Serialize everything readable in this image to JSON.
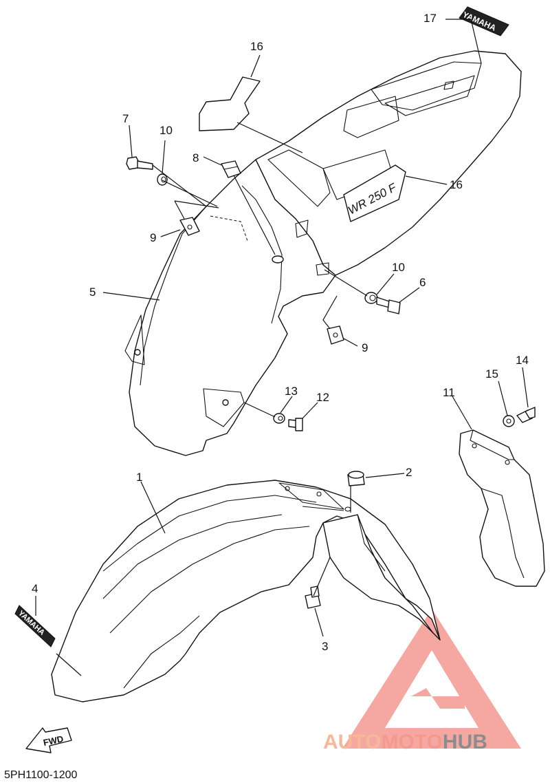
{
  "diagram": {
    "part_labels": [
      {
        "id": "17",
        "text": "17"
      },
      {
        "id": "16a",
        "text": "16"
      },
      {
        "id": "7",
        "text": "7"
      },
      {
        "id": "10a",
        "text": "10"
      },
      {
        "id": "8",
        "text": "8"
      },
      {
        "id": "16b",
        "text": "16"
      },
      {
        "id": "9a",
        "text": "9"
      },
      {
        "id": "5",
        "text": "5"
      },
      {
        "id": "10b",
        "text": "10"
      },
      {
        "id": "6",
        "text": "6"
      },
      {
        "id": "9b",
        "text": "9"
      },
      {
        "id": "14",
        "text": "14"
      },
      {
        "id": "15",
        "text": "15"
      },
      {
        "id": "11",
        "text": "11"
      },
      {
        "id": "13",
        "text": "13"
      },
      {
        "id": "12",
        "text": "12"
      },
      {
        "id": "1",
        "text": "1"
      },
      {
        "id": "2",
        "text": "2"
      },
      {
        "id": "4",
        "text": "4"
      },
      {
        "id": "3",
        "text": "3"
      }
    ],
    "decal_text_top": "YAMAHA",
    "decal_text_front": "YAMAHA",
    "side_decal_text": "WR 250 F",
    "fwd_arrow_text": "FWD",
    "drawing_code": "5PH1100-1200"
  },
  "watermark": {
    "part1": "AUTO",
    "part2": "MOTO",
    "part3": "HUB",
    "colors": {
      "auto": "#f7b89a",
      "moto": "#f39a8d",
      "hub": "#8c8c8c",
      "logo": "#f28b82"
    }
  }
}
